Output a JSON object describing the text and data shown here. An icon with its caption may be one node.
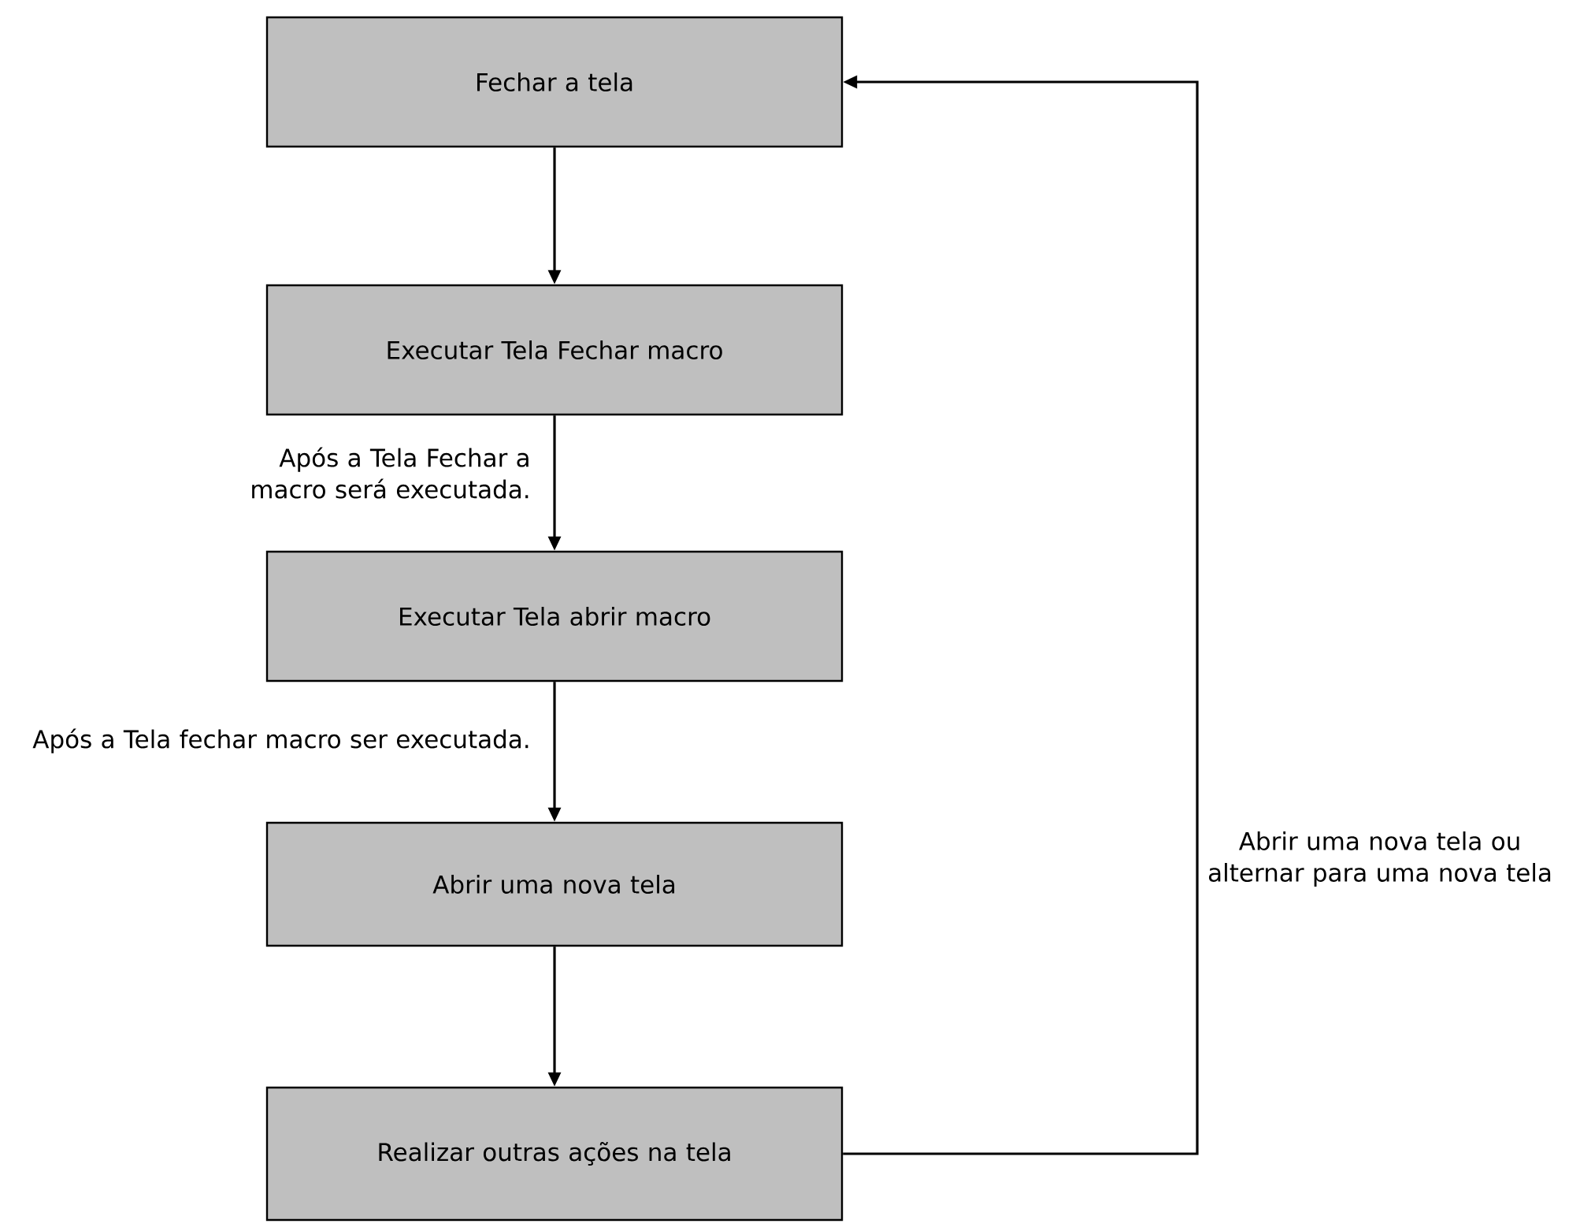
{
  "diagram": {
    "nodes": [
      {
        "text": [
          "Fechar a tela"
        ]
      },
      {
        "text": [
          "Executar Tela Fechar macro"
        ]
      },
      {
        "text": [
          "Executar Tela abrir macro"
        ]
      },
      {
        "text": [
          "Abrir uma nova tela"
        ]
      },
      {
        "text": [
          "Realizar outras ações na tela"
        ]
      }
    ],
    "edges": [
      {
        "from": 0,
        "to": 1,
        "arrow": "to"
      },
      {
        "from": 1,
        "to": 2,
        "arrow": "to",
        "label": "Após a Tela Fechar a macro será executada."
      },
      {
        "from": 2,
        "to": 3,
        "arrow": "to",
        "label": "Após a Tela fechar macro ser executada."
      },
      {
        "from": 3,
        "to": 4,
        "arrow": "to"
      },
      {
        "from": 4,
        "to": 0,
        "arrow": "to",
        "label": "Abrir uma nova tela ou alternar para uma nova tela"
      }
    ]
  }
}
